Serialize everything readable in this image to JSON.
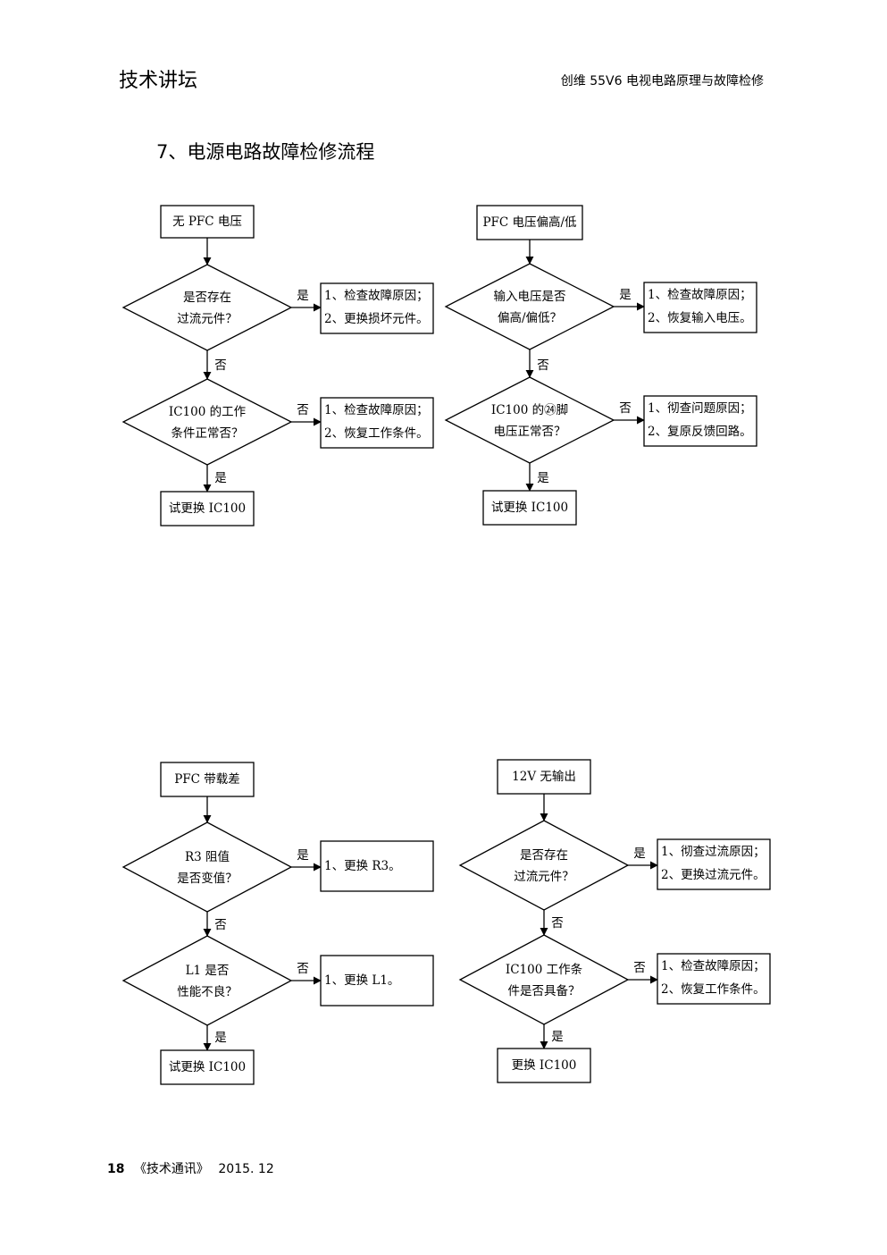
{
  "header": {
    "section": "技术讲坛",
    "article": "创维 55V6 电视电路原理与故障检修"
  },
  "section_title": "7、电源电路故障检修流程",
  "footer": {
    "page": "18",
    "publication": "《技术通讯》",
    "issue": "2015. 12"
  },
  "flowcharts": [
    {
      "start": "无 PFC 电压",
      "q1": [
        "是否存在",
        "过流元件？"
      ],
      "q1_branch": "是",
      "q1_action": [
        "1、检查故障原因；",
        "2、更换损坏元件。"
      ],
      "q1_down": "否",
      "q2": [
        "IC100 的工作",
        "条件正常否？"
      ],
      "q2_branch": "否",
      "q2_action": [
        "1、检查故障原因；",
        "2、恢复工作条件。"
      ],
      "q2_down": "是",
      "end": "试更换 IC100"
    },
    {
      "start": "PFC 电压偏高/低",
      "q1": [
        "输入电压是否",
        "偏高/偏低？"
      ],
      "q1_branch": "是",
      "q1_action": [
        "1、检查故障原因；",
        "2、恢复输入电压。"
      ],
      "q1_down": "否",
      "q2": [
        "IC100 的㉔脚",
        "电压正常否？"
      ],
      "q2_branch": "否",
      "q2_action": [
        "1、彻查问题原因；",
        "2、复原反馈回路。"
      ],
      "q2_down": "是",
      "end": "试更换 IC100"
    },
    {
      "start": "PFC 带载差",
      "q1": [
        "R3 阻值",
        "是否变值？"
      ],
      "q1_branch": "是",
      "q1_action": [
        "1、更换 R3。"
      ],
      "q1_down": "否",
      "q2": [
        "L1 是否",
        "性能不良？"
      ],
      "q2_branch": "否",
      "q2_action": [
        "1、更换 L1。"
      ],
      "q2_down": "是",
      "end": "试更换 IC100"
    },
    {
      "start": "12V 无输出",
      "q1": [
        "是否存在",
        "过流元件？"
      ],
      "q1_branch": "是",
      "q1_action": [
        "1、彻查过流原因；",
        "2、更换过流元件。"
      ],
      "q1_down": "否",
      "q2": [
        "IC100 工作条",
        "件是否具备？"
      ],
      "q2_branch": "否",
      "q2_action": [
        "1、检查故障原因；",
        "2、恢复工作条件。"
      ],
      "q2_down": "是",
      "end": "更换 IC100"
    }
  ]
}
